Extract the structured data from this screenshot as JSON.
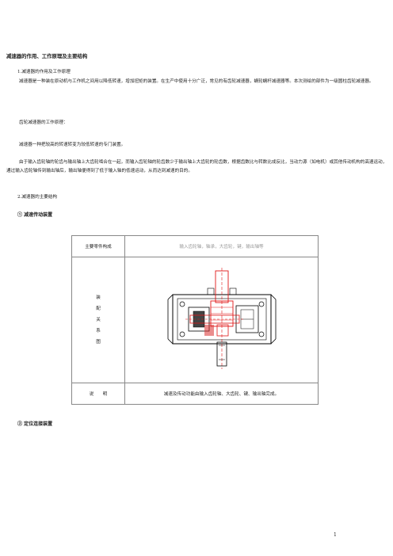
{
  "doc": {
    "title": "减速器的作用、工作原理及主要结构",
    "section1_heading": "1.减速器的作用及工作原理",
    "para1": "减速器是一种装在原动机与工作机之间用以降低转速，增加扭矩的装置。在生产中使用十分广泛，常见的有齿轮减速器，蜗轮蜗杆减速器等。本次测绘的部件为一级圆柱齿轮减速器。",
    "para2": "齿轮减速器的工作原理：",
    "para3": "减速器一种把较高的转速转变为较低转速的专门装置。",
    "para4": "由于输入齿轮轴的轮齿与输出轴上大齿轮啮合在一起，而输入齿轮轴的轮齿数少于输出轴上大齿轮的轮齿数，根据齿数比与转数比成反比，当动力源（如电机）或其他传动机构的高速运动，通过输入齿轮轴传到输出轴后，输出轴便得到了低于输入轴的低速运动，从而达到减速的目的。",
    "section2_heading": "2.减速器的主要结构",
    "sub1": "①  减速传动装置",
    "sub2": "②  定位连接装置",
    "page_number": "1"
  },
  "table": {
    "row1_label": "主要零件构成",
    "row1_value": "输入齿轮轴，轴承，大齿轮，键，输出轴等",
    "row2_label_chars": [
      "装",
      "配",
      "关",
      "系",
      "图"
    ],
    "row3_label": "说　　明",
    "row3_value": "减速及传动功能由输入齿轮轴、大齿轮、键、输出轴完成。"
  },
  "colors": {
    "drawing_black": "#000000",
    "drawing_red": "#e01818",
    "text": "#222222",
    "muted": "#999999"
  }
}
